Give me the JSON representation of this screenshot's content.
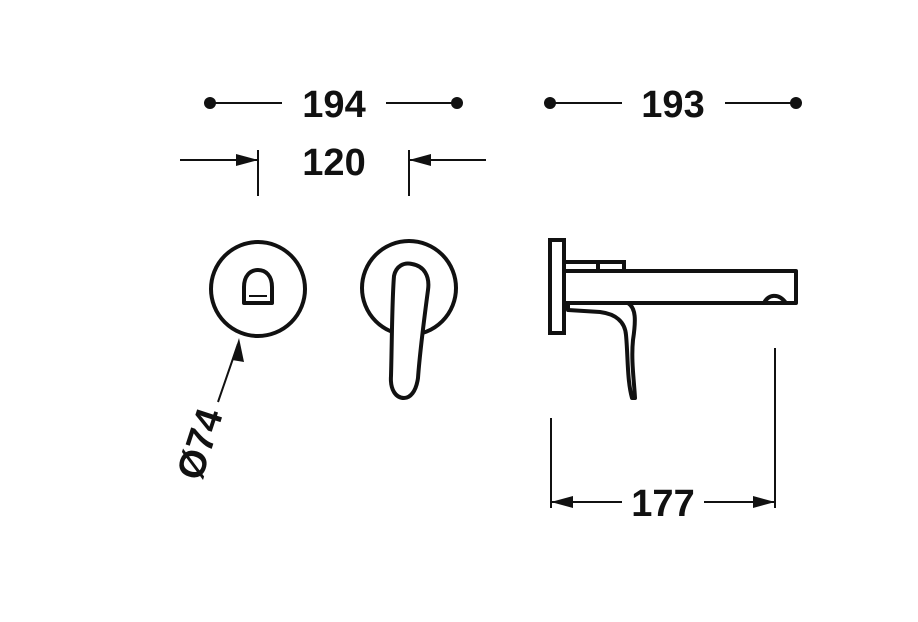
{
  "dimensions": {
    "overall_width": "194",
    "center_distance": "120",
    "spout_length": "193",
    "projection": "177",
    "diameter": "Ø74"
  }
}
